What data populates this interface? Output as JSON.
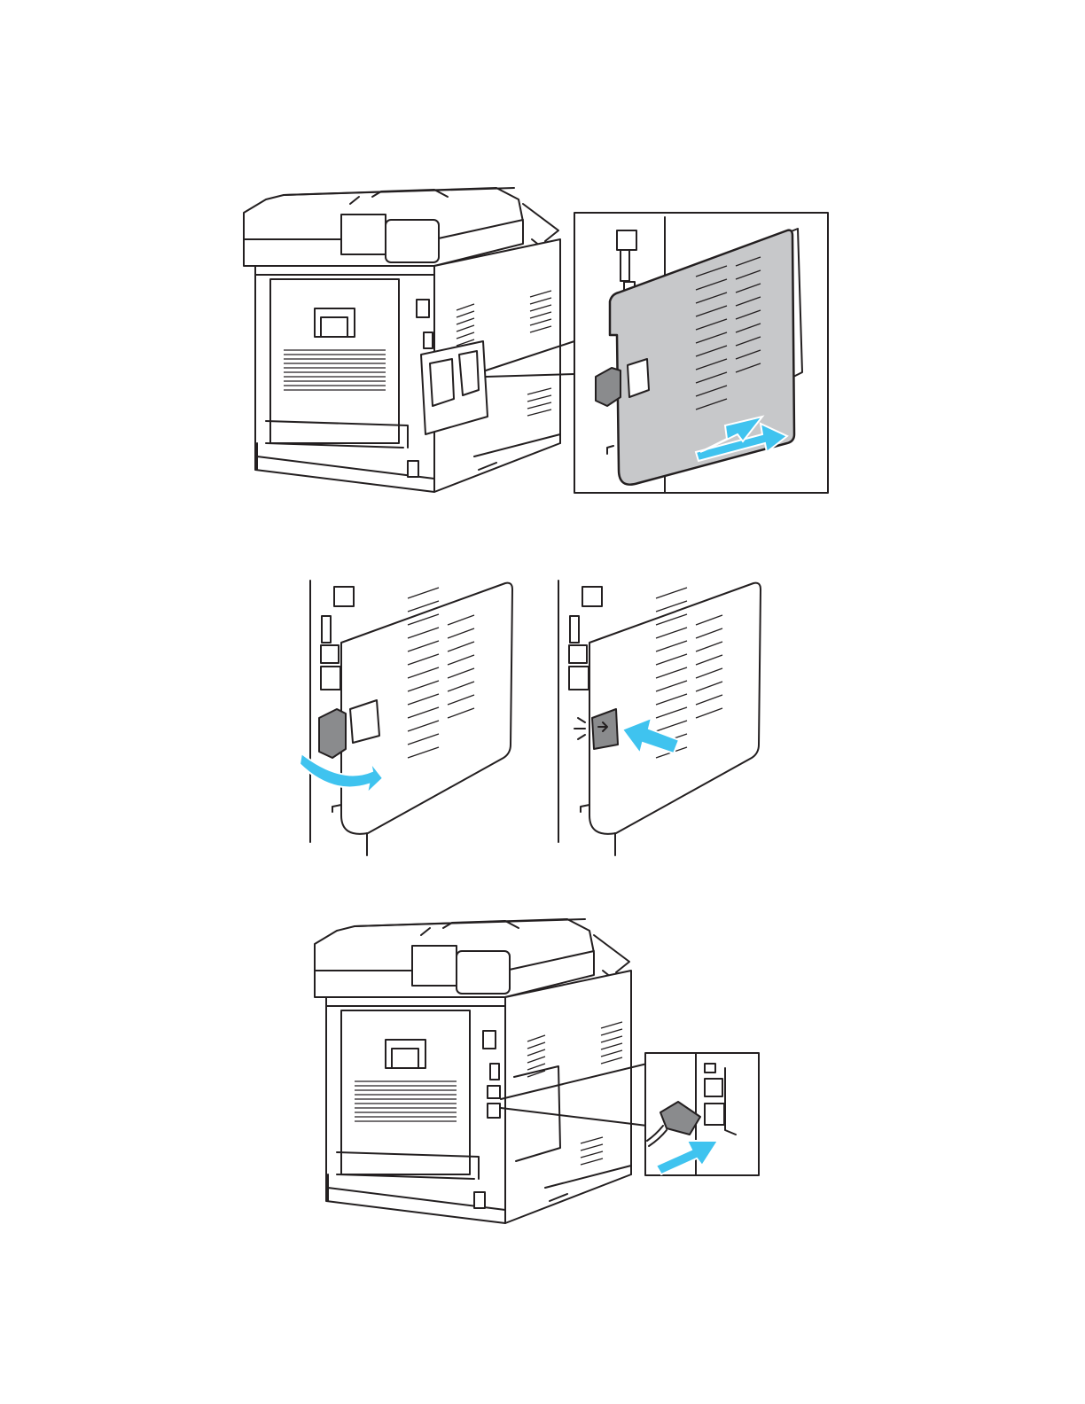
{
  "figures": [
    {
      "id": "fig1",
      "label": "",
      "icons": [
        "printer-rear-icon",
        "side-cover-icon",
        "arrow-icon"
      ]
    },
    {
      "id": "fig2",
      "label": "",
      "icons": [
        "latch-open-icon",
        "latch-press-icon",
        "arrow-icon"
      ]
    },
    {
      "id": "fig3",
      "label": "",
      "icons": [
        "printer-rear-icon",
        "ethernet-cable-icon",
        "arrow-icon"
      ]
    }
  ],
  "colors": {
    "arrow": "#3fc3ef",
    "cover": "#c7c8ca",
    "line": "#231f20"
  }
}
